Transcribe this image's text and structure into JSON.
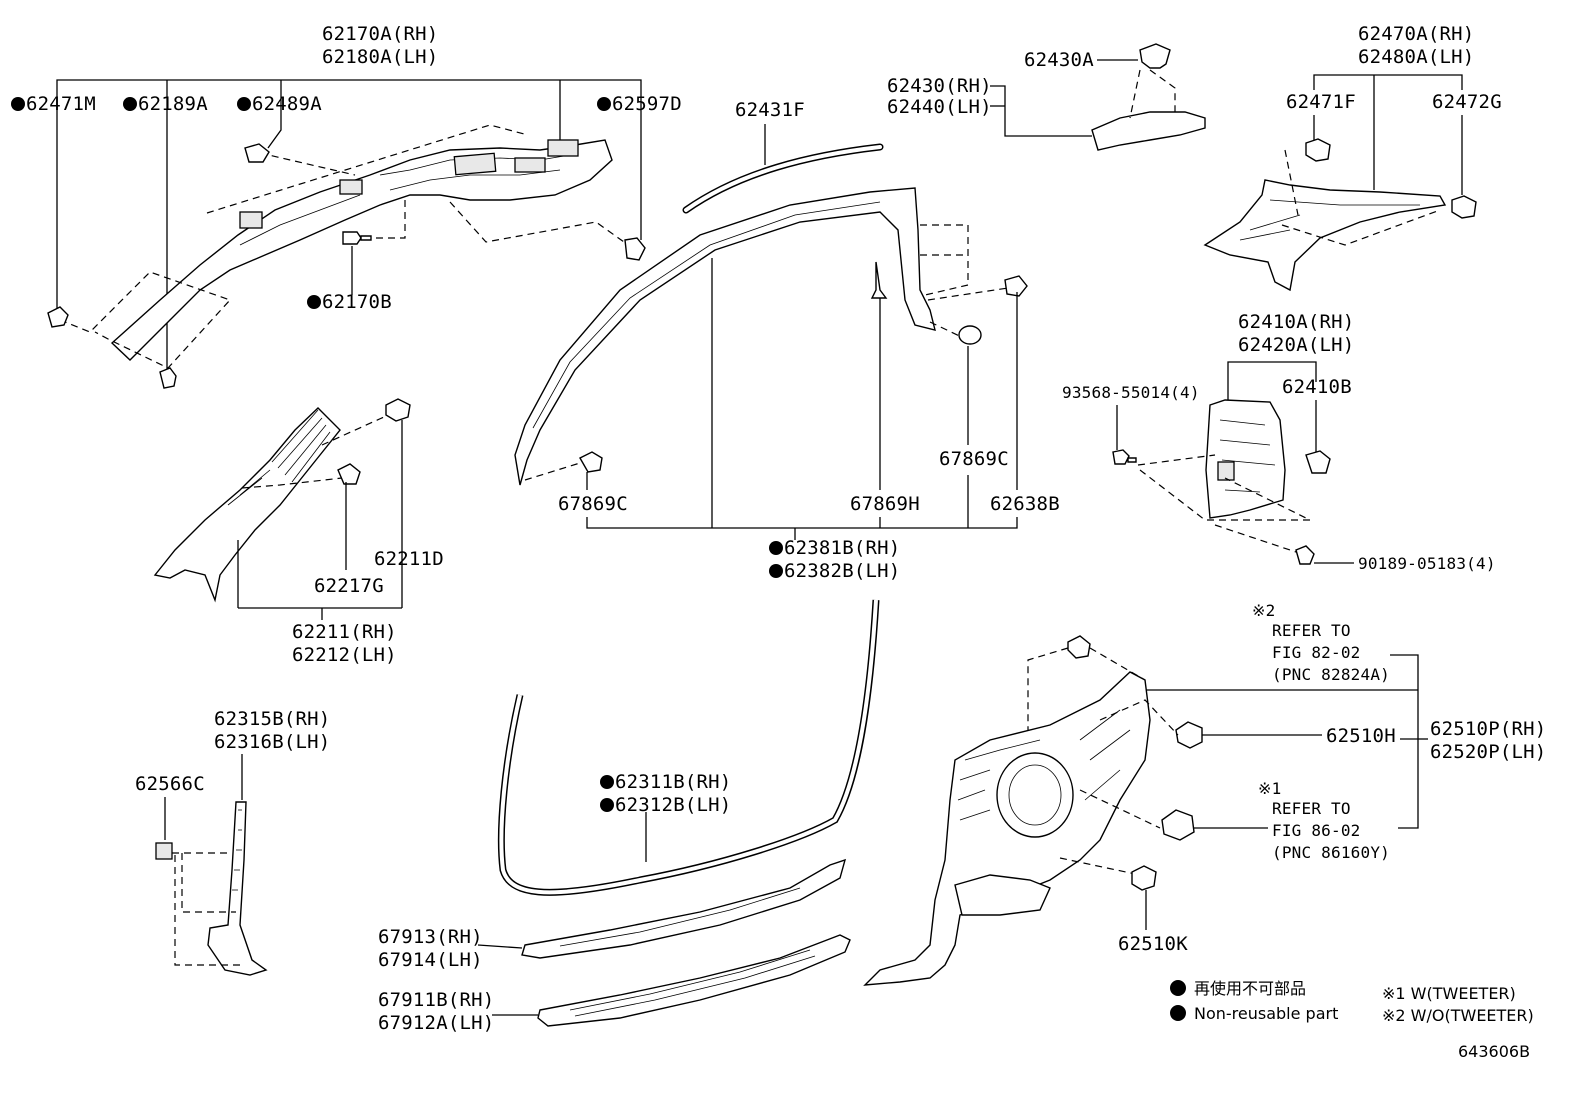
{
  "labels": {
    "p62170A_rh": "62170A(RH)",
    "p62180A_lh": "62180A(LH)",
    "p62471M": "62471M",
    "p62189A": "62189A",
    "p62489A": "62489A",
    "p62597D": "62597D",
    "p62170B": "62170B",
    "p62431F": "62431F",
    "p62430A": "62430A",
    "p62430_rh": "62430(RH)",
    "p62440_lh": "62440(LH)",
    "p62470A_rh": "62470A(RH)",
    "p62480A_lh": "62480A(LH)",
    "p62471F": "62471F",
    "p62472G": "62472G",
    "p62410A_rh": "62410A(RH)",
    "p62420A_lh": "62420A(LH)",
    "p62410B": "62410B",
    "p93568": "93568-55014(4)",
    "p90189": "90189-05183(4)",
    "p67869C_right": "67869C",
    "p67869C_left": "67869C",
    "p67869H": "67869H",
    "p62638B": "62638B",
    "p62381B_rh": "62381B(RH)",
    "p62382B_lh": "62382B(LH)",
    "p62211D": "62211D",
    "p62217G": "62217G",
    "p62211_rh": "62211(RH)",
    "p62212_lh": "62212(LH)",
    "p62315B_rh": "62315B(RH)",
    "p62316B_lh": "62316B(LH)",
    "p62566C": "62566C",
    "p62311B_rh": "62311B(RH)",
    "p62312B_lh": "62312B(LH)",
    "p67913_rh": "67913(RH)",
    "p67914_lh": "67914(LH)",
    "p67911B_rh": "67911B(RH)",
    "p67912A_lh": "67912A(LH)",
    "ref2_mark": "※2",
    "ref2_line1": "REFER TO",
    "ref2_line2": "FIG 82-02",
    "ref2_line3": "(PNC 82824A)",
    "ref1_mark": "※1",
    "ref1_line1": "REFER TO",
    "ref1_line2": "FIG 86-02",
    "ref1_line3": "(PNC 86160Y)",
    "p62510H": "62510H",
    "p62510P_rh": "62510P(RH)",
    "p62520P_lh": "62520P(LH)",
    "p62510K": "62510K"
  },
  "legend": {
    "jp": "再使用不可部品",
    "en": "Non-reusable part",
    "note1": "※1 W(TWEETER)",
    "note2": "※2 W/O(TWEETER)"
  },
  "figure_id": "643606B"
}
